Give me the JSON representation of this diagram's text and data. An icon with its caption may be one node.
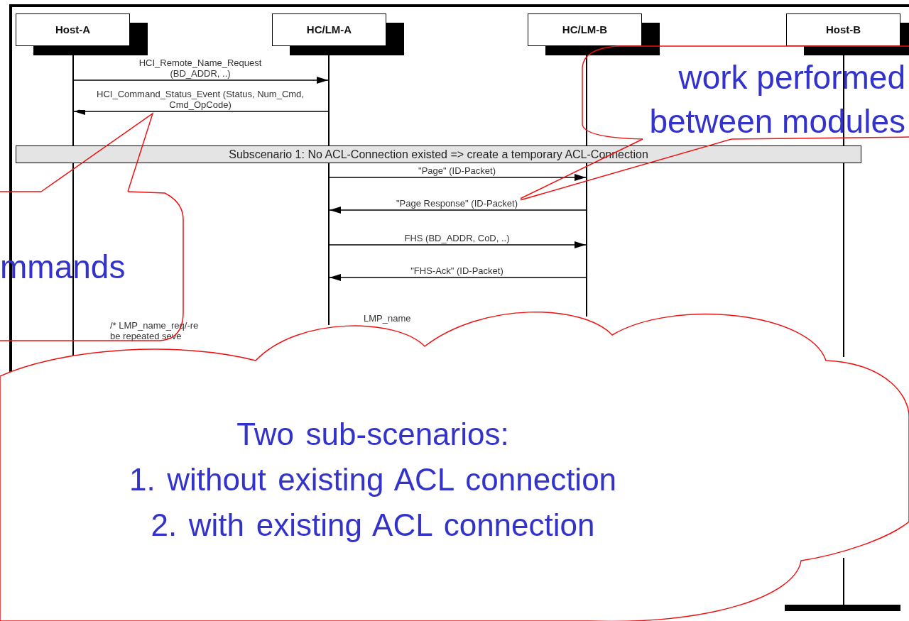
{
  "diagram": {
    "nodes": [
      {
        "text": [
          "Host-A"
        ]
      },
      {
        "text": [
          "HC/LM-A"
        ]
      },
      {
        "text": [
          "HC/LM-B"
        ]
      },
      {
        "text": [
          "Host-B"
        ]
      },
      {
        "text": [],
        "shape": "line"
      },
      {
        "text": [],
        "shape": "line"
      },
      {
        "text": [],
        "shape": "line"
      },
      {
        "text": [],
        "shape": "line"
      },
      {
        "text": [
          "Subscenario 1: No ACL-Connection existed => create a temporary ACL-Connection"
        ]
      },
      {
        "text": [
          "mmands"
        ]
      },
      {
        "text": [
          "work performed between modules"
        ]
      },
      {
        "text": [
          "Two sub-scenarios:",
          "1. without existing ACL connection",
          "2. with existing ACL connection"
        ]
      }
    ],
    "edges": [
      {
        "from": 4,
        "to": 5,
        "arrow": "to",
        "label": "HCI_Remote_Name_Request (BD_ADDR, ..)"
      },
      {
        "from": 5,
        "to": 4,
        "arrow": "to",
        "label": "HCI_Command_Status_Event (Status, Num_Cmd, Cmd_OpCode)"
      },
      {
        "from": 5,
        "to": 6,
        "arrow": "to",
        "label": "\"Page\" (ID-Packet)"
      },
      {
        "from": 6,
        "to": 5,
        "arrow": "to",
        "label": "\"Page Response\" (ID-Packet)"
      },
      {
        "from": 5,
        "to": 6,
        "arrow": "to",
        "label": "FHS (BD_ADDR, CoD, ..)"
      },
      {
        "from": 6,
        "to": 5,
        "arrow": "to",
        "label": "\"FHS-Ack\" (ID-Packet)"
      },
      {
        "from": 9,
        "to": null,
        "arrow": "none",
        "color": "#ee1111"
      },
      {
        "from": 10,
        "to": null,
        "arrow": "none",
        "color": "#ee1111"
      }
    ],
    "labels": [
      "/* LMP_name_req/-re",
      "be repeated seve",
      "LMP_name"
    ]
  }
}
